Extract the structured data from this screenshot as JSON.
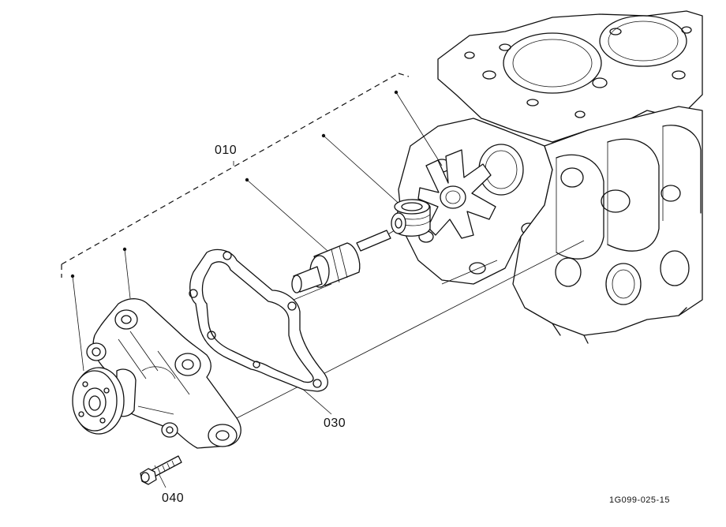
{
  "diagram": {
    "callouts": {
      "water_pump_assembly": "010",
      "gasket": "030",
      "bolt": "040"
    },
    "drawing_code": "1G099-025-15"
  }
}
